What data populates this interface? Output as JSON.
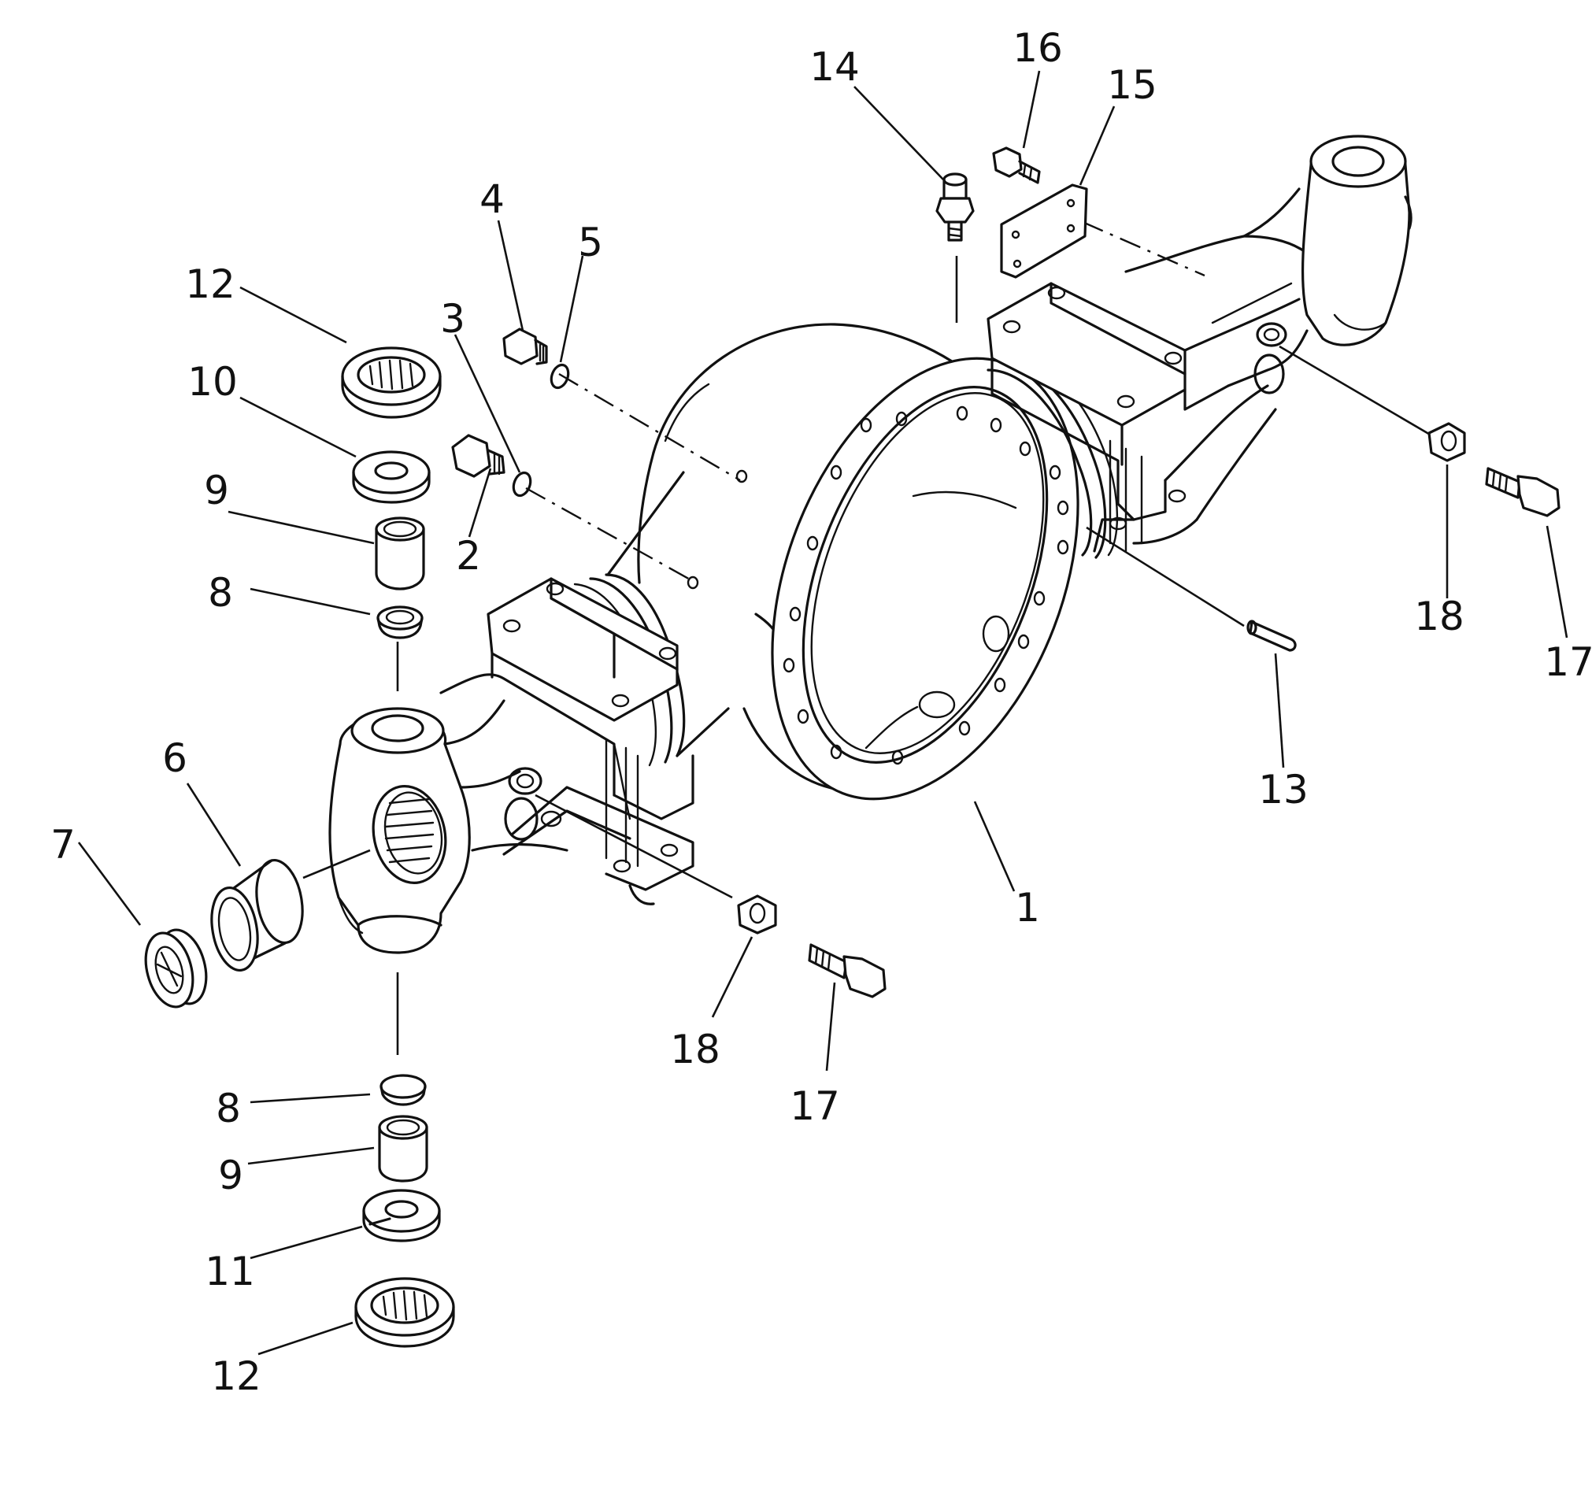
{
  "diagram": {
    "callouts": [
      {
        "id": "c1",
        "text": "1"
      },
      {
        "id": "c2",
        "text": "2"
      },
      {
        "id": "c3",
        "text": "3"
      },
      {
        "id": "c4",
        "text": "4"
      },
      {
        "id": "c5",
        "text": "5"
      },
      {
        "id": "c6",
        "text": "6"
      },
      {
        "id": "c7",
        "text": "7"
      },
      {
        "id": "c8a",
        "text": "8"
      },
      {
        "id": "c8b",
        "text": "8"
      },
      {
        "id": "c9a",
        "text": "9"
      },
      {
        "id": "c9b",
        "text": "9"
      },
      {
        "id": "c10",
        "text": "10"
      },
      {
        "id": "c11",
        "text": "11"
      },
      {
        "id": "c12a",
        "text": "12"
      },
      {
        "id": "c12b",
        "text": "12"
      },
      {
        "id": "c13",
        "text": "13"
      },
      {
        "id": "c14",
        "text": "14"
      },
      {
        "id": "c15",
        "text": "15"
      },
      {
        "id": "c16",
        "text": "16"
      },
      {
        "id": "c17a",
        "text": "17"
      },
      {
        "id": "c17b",
        "text": "17"
      },
      {
        "id": "c18a",
        "text": "18"
      },
      {
        "id": "c18b",
        "text": "18"
      }
    ]
  }
}
